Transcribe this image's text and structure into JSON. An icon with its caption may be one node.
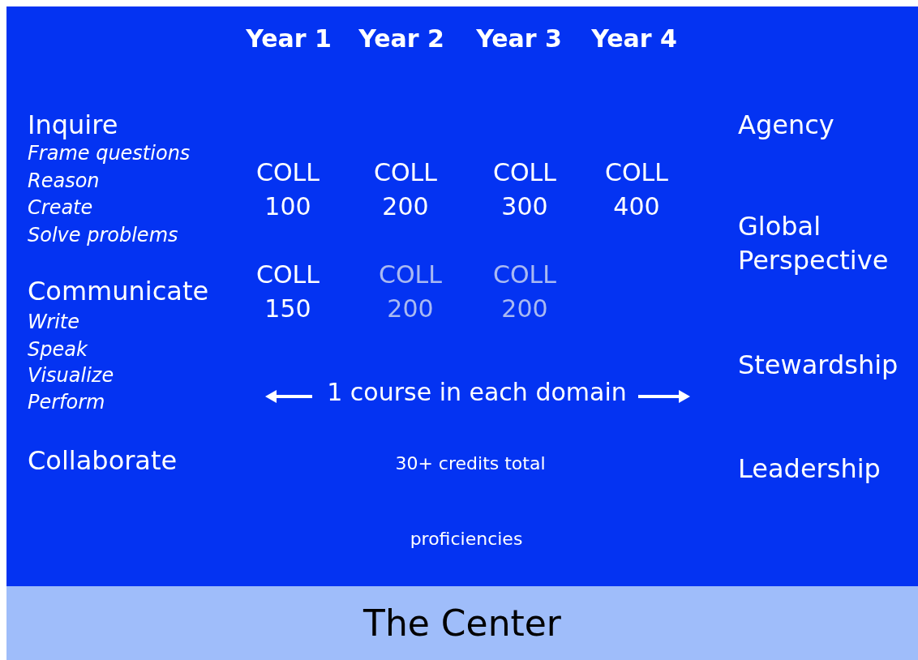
{
  "diagram": {
    "nodes": [
      {
        "text": [
          "The Center"
        ]
      }
    ],
    "labels": [
      "Year 1",
      "Year 2",
      "Year 3",
      "Year 4",
      "Inquire",
      "Frame questions",
      "Reason",
      "Create",
      "Solve problems",
      "Communicate",
      "Write",
      "Speak",
      "Visualize",
      "Perform",
      "Collaborate",
      "COLL 100",
      "COLL 200",
      "COLL 300",
      "COLL 400",
      "COLL 150",
      "COLL 200",
      "COLL 200",
      "1 course in each domain",
      "30+ credits total",
      "proficiencies",
      "Agency",
      "Global Perspective",
      "Stewardship",
      "Leadership"
    ]
  }
}
